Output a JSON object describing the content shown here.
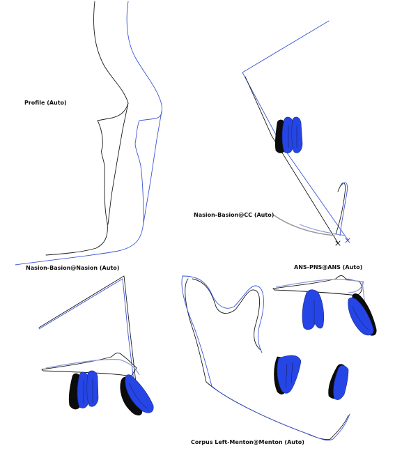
{
  "labels": {
    "profile": "Profile (Auto)",
    "nasion_basion_cc": "Nasion-Basion@CC (Auto)",
    "nasion_basion_nasion": "Nasion-Basion@Nasion (Auto)",
    "ans_pns": "ANS-PNS@ANS (Auto)",
    "corpus": "Corpus Left-Menton@Menton (Auto)"
  },
  "colors": {
    "original": "#1a1a1a",
    "overlay": "#3a55d6",
    "tooth_original": "#0c0c0c",
    "tooth_overlay": "#2545e6"
  }
}
